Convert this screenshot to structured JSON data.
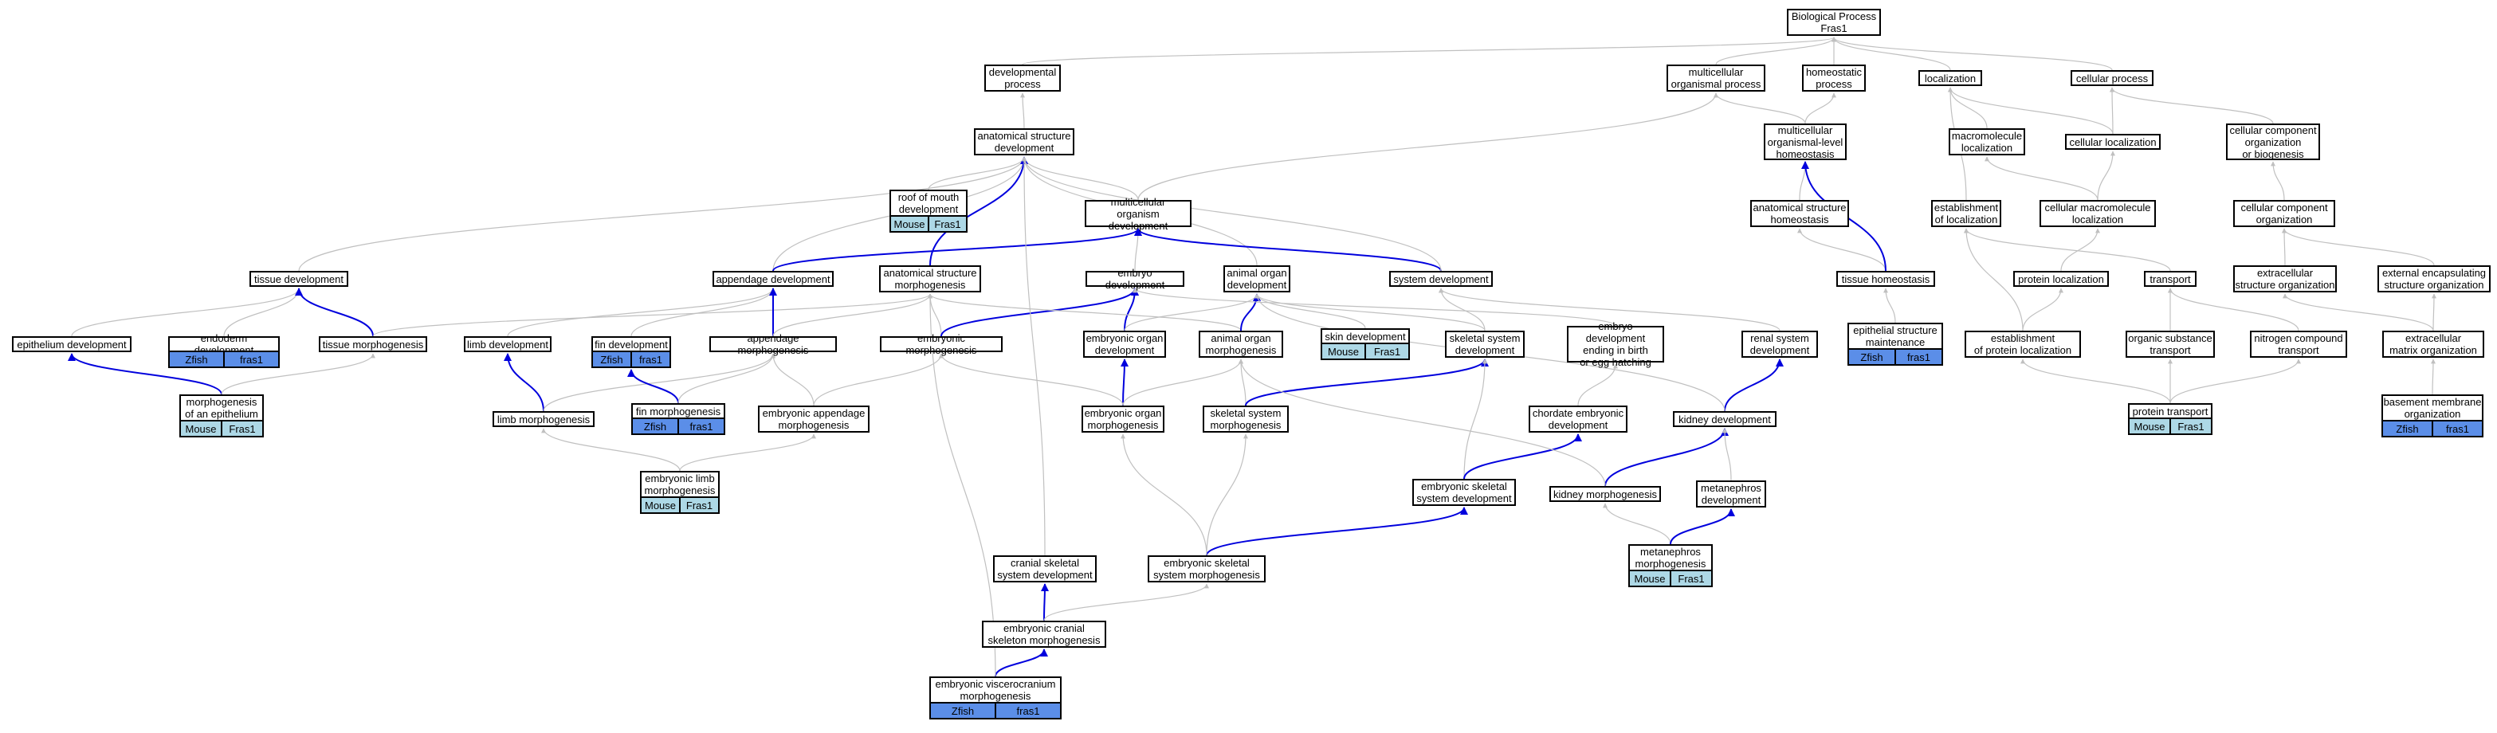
{
  "colors": {
    "edge_gray": "#c0c0c0",
    "edge_blue": "#0000dd",
    "zfish": "#5b8ee8",
    "mouse": "#add8e6",
    "frame": "#000000"
  },
  "nodes": [
    {
      "id": "bp",
      "label": "Biological Process\nFras1"
    },
    {
      "id": "dev_proc",
      "label": "developmental\nprocess"
    },
    {
      "id": "multi_org_proc",
      "label": "multicellular\norganismal process"
    },
    {
      "id": "homeo_proc",
      "label": "homeostatic\nprocess"
    },
    {
      "id": "localization",
      "label": "localization"
    },
    {
      "id": "cell_proc",
      "label": "cellular process"
    },
    {
      "id": "anat_dev",
      "label": "anatomical structure\ndevelopment"
    },
    {
      "id": "multi_homeo",
      "label": "multicellular\norganismal-level\nhomeostasis"
    },
    {
      "id": "macro_loc",
      "label": "macromolecule\nlocalization"
    },
    {
      "id": "cell_loc",
      "label": "cellular localization"
    },
    {
      "id": "ccob",
      "label": "cellular component\norganization\nor biogenesis"
    },
    {
      "id": "roof_mouth",
      "label": "roof of mouth\ndevelopment"
    },
    {
      "id": "multi_org_dev",
      "label": "multicellular\norganism development"
    },
    {
      "id": "anat_homeo",
      "label": "anatomical structure\nhomeostasis"
    },
    {
      "id": "estab_loc",
      "label": "establishment\nof localization"
    },
    {
      "id": "cell_macro_loc",
      "label": "cellular macromolecule\nlocalization"
    },
    {
      "id": "cc_org",
      "label": "cellular component\norganization"
    },
    {
      "id": "tissue_dev",
      "label": "tissue development"
    },
    {
      "id": "append_dev",
      "label": "appendage development"
    },
    {
      "id": "anat_morph",
      "label": "anatomical structure\nmorphogenesis"
    },
    {
      "id": "embryo_dev",
      "label": "embryo development"
    },
    {
      "id": "animal_organ_dev",
      "label": "animal organ\ndevelopment"
    },
    {
      "id": "system_dev",
      "label": "system development"
    },
    {
      "id": "tissue_homeo",
      "label": "tissue homeostasis"
    },
    {
      "id": "protein_loc",
      "label": "protein localization"
    },
    {
      "id": "transport",
      "label": "transport"
    },
    {
      "id": "ec_struct_org",
      "label": "extracellular\nstructure organization"
    },
    {
      "id": "ext_encap",
      "label": "external encapsulating\nstructure organization"
    },
    {
      "id": "epith_dev",
      "label": "epithelium development"
    },
    {
      "id": "endoderm_dev",
      "label": "endoderm development"
    },
    {
      "id": "tissue_morph",
      "label": "tissue morphogenesis"
    },
    {
      "id": "limb_dev",
      "label": "limb development"
    },
    {
      "id": "fin_dev",
      "label": "fin development"
    },
    {
      "id": "append_morph",
      "label": "appendage morphogenesis"
    },
    {
      "id": "emb_morph",
      "label": "embryonic morphogenesis"
    },
    {
      "id": "emb_organ_dev",
      "label": "embryonic organ\ndevelopment"
    },
    {
      "id": "animal_organ_morph",
      "label": "animal organ\nmorphogenesis"
    },
    {
      "id": "skin_dev",
      "label": "skin development"
    },
    {
      "id": "skeletal_dev",
      "label": "skeletal system\ndevelopment"
    },
    {
      "id": "embryo_birth",
      "label": "embryo development\nending in birth\nor egg hatching"
    },
    {
      "id": "renal_dev",
      "label": "renal system\ndevelopment"
    },
    {
      "id": "epith_maint",
      "label": "epithelial structure\nmaintenance"
    },
    {
      "id": "estab_prot_loc",
      "label": "establishment\nof protein localization"
    },
    {
      "id": "org_sub_transport",
      "label": "organic substance\ntransport"
    },
    {
      "id": "nitrogen_transport",
      "label": "nitrogen compound\ntransport"
    },
    {
      "id": "ecm_org",
      "label": "extracellular\nmatrix organization"
    },
    {
      "id": "morph_epith",
      "label": "morphogenesis\nof an epithelium"
    },
    {
      "id": "limb_morph",
      "label": "limb morphogenesis"
    },
    {
      "id": "fin_morph",
      "label": "fin morphogenesis"
    },
    {
      "id": "emb_append_morph",
      "label": "embryonic appendage\nmorphogenesis"
    },
    {
      "id": "emb_organ_morph",
      "label": "embryonic organ\nmorphogenesis"
    },
    {
      "id": "skeletal_morph",
      "label": "skeletal system\nmorphogenesis"
    },
    {
      "id": "chordate_emb",
      "label": "chordate embryonic\ndevelopment"
    },
    {
      "id": "kidney_dev",
      "label": "kidney development"
    },
    {
      "id": "protein_transport",
      "label": "protein transport"
    },
    {
      "id": "basement_mem",
      "label": "basement membrane\norganization"
    },
    {
      "id": "emb_limb_morph",
      "label": "embryonic limb\nmorphogenesis"
    },
    {
      "id": "emb_skel_dev",
      "label": "embryonic skeletal\nsystem development"
    },
    {
      "id": "kidney_morph",
      "label": "kidney morphogenesis"
    },
    {
      "id": "metaneph_dev",
      "label": "metanephros\ndevelopment"
    },
    {
      "id": "cranial_skel_dev",
      "label": "cranial skeletal\nsystem development"
    },
    {
      "id": "emb_skel_morph",
      "label": "embryonic skeletal\nsystem morphogenesis"
    },
    {
      "id": "metaneph_morph",
      "label": "metanephros\nmorphogenesis"
    },
    {
      "id": "emb_cranial_morph",
      "label": "embryonic cranial\nskeleton morphogenesis"
    },
    {
      "id": "emb_viscero_morph",
      "label": "embryonic viscerocranium\nmorphogenesis"
    }
  ],
  "annotations": [
    {
      "node": "roof_mouth",
      "cells": [
        {
          "text": "Mouse",
          "kind": "mouse"
        },
        {
          "text": "Fras1",
          "kind": "mouse"
        }
      ]
    },
    {
      "node": "endoderm_dev",
      "cells": [
        {
          "text": "Zfish",
          "kind": "zfish"
        },
        {
          "text": "fras1",
          "kind": "zfish"
        }
      ]
    },
    {
      "node": "fin_dev",
      "cells": [
        {
          "text": "Zfish",
          "kind": "zfish"
        },
        {
          "text": "fras1",
          "kind": "zfish"
        }
      ]
    },
    {
      "node": "skin_dev",
      "cells": [
        {
          "text": "Mouse",
          "kind": "mouse"
        },
        {
          "text": "Fras1",
          "kind": "mouse"
        }
      ]
    },
    {
      "node": "epith_maint",
      "cells": [
        {
          "text": "Zfish",
          "kind": "zfish"
        },
        {
          "text": "fras1",
          "kind": "zfish"
        }
      ]
    },
    {
      "node": "morph_epith",
      "cells": [
        {
          "text": "Mouse",
          "kind": "mouse"
        },
        {
          "text": "Fras1",
          "kind": "mouse"
        }
      ]
    },
    {
      "node": "fin_morph",
      "cells": [
        {
          "text": "Zfish",
          "kind": "zfish"
        },
        {
          "text": "fras1",
          "kind": "zfish"
        }
      ]
    },
    {
      "node": "protein_transport",
      "cells": [
        {
          "text": "Mouse",
          "kind": "mouse"
        },
        {
          "text": "Fras1",
          "kind": "mouse"
        }
      ]
    },
    {
      "node": "basement_mem",
      "cells": [
        {
          "text": "Zfish",
          "kind": "zfish"
        },
        {
          "text": "fras1",
          "kind": "zfish"
        }
      ]
    },
    {
      "node": "emb_limb_morph",
      "cells": [
        {
          "text": "Mouse",
          "kind": "mouse"
        },
        {
          "text": "Fras1",
          "kind": "mouse"
        }
      ]
    },
    {
      "node": "metaneph_morph",
      "cells": [
        {
          "text": "Mouse",
          "kind": "mouse"
        },
        {
          "text": "Fras1",
          "kind": "mouse"
        }
      ]
    },
    {
      "node": "emb_viscero_morph",
      "cells": [
        {
          "text": "Zfish",
          "kind": "zfish"
        },
        {
          "text": "fras1",
          "kind": "zfish"
        }
      ]
    }
  ],
  "edges": [
    {
      "from": "dev_proc",
      "to": "bp",
      "kind": "gray"
    },
    {
      "from": "multi_org_proc",
      "to": "bp",
      "kind": "gray"
    },
    {
      "from": "homeo_proc",
      "to": "bp",
      "kind": "gray"
    },
    {
      "from": "localization",
      "to": "bp",
      "kind": "gray"
    },
    {
      "from": "cell_proc",
      "to": "bp",
      "kind": "gray"
    },
    {
      "from": "anat_dev",
      "to": "dev_proc",
      "kind": "gray"
    },
    {
      "from": "multi_homeo",
      "to": "multi_org_proc",
      "kind": "gray"
    },
    {
      "from": "multi_homeo",
      "to": "homeo_proc",
      "kind": "gray"
    },
    {
      "from": "macro_loc",
      "to": "localization",
      "kind": "gray"
    },
    {
      "from": "cell_loc",
      "to": "localization",
      "kind": "gray"
    },
    {
      "from": "cell_loc",
      "to": "cell_proc",
      "kind": "gray"
    },
    {
      "from": "ccob",
      "to": "cell_proc",
      "kind": "gray"
    },
    {
      "from": "roof_mouth",
      "to": "anat_dev",
      "kind": "gray"
    },
    {
      "from": "multi_org_dev",
      "to": "multi_org_proc",
      "kind": "gray"
    },
    {
      "from": "multi_org_dev",
      "to": "anat_dev",
      "kind": "gray"
    },
    {
      "from": "anat_homeo",
      "to": "multi_homeo",
      "kind": "gray"
    },
    {
      "from": "estab_loc",
      "to": "localization",
      "kind": "gray"
    },
    {
      "from": "cell_macro_loc",
      "to": "macro_loc",
      "kind": "gray"
    },
    {
      "from": "cell_macro_loc",
      "to": "cell_loc",
      "kind": "gray"
    },
    {
      "from": "cc_org",
      "to": "ccob",
      "kind": "gray"
    },
    {
      "from": "tissue_dev",
      "to": "anat_dev",
      "kind": "gray"
    },
    {
      "from": "append_dev",
      "to": "anat_dev",
      "kind": "gray"
    },
    {
      "from": "append_dev",
      "to": "multi_org_dev",
      "kind": "blue"
    },
    {
      "from": "anat_morph",
      "to": "anat_dev",
      "kind": "blue"
    },
    {
      "from": "embryo_dev",
      "to": "multi_org_dev",
      "kind": "gray"
    },
    {
      "from": "animal_organ_dev",
      "to": "anat_dev",
      "kind": "gray"
    },
    {
      "from": "system_dev",
      "to": "multi_org_dev",
      "kind": "blue"
    },
    {
      "from": "system_dev",
      "to": "anat_dev",
      "kind": "gray"
    },
    {
      "from": "tissue_homeo",
      "to": "anat_homeo",
      "kind": "gray"
    },
    {
      "from": "tissue_homeo",
      "to": "multi_homeo",
      "kind": "blue"
    },
    {
      "from": "protein_loc",
      "to": "cell_macro_loc",
      "kind": "gray"
    },
    {
      "from": "transport",
      "to": "estab_loc",
      "kind": "gray"
    },
    {
      "from": "ec_struct_org",
      "to": "cc_org",
      "kind": "gray"
    },
    {
      "from": "ext_encap",
      "to": "cc_org",
      "kind": "gray"
    },
    {
      "from": "epith_dev",
      "to": "tissue_dev",
      "kind": "gray"
    },
    {
      "from": "endoderm_dev",
      "to": "tissue_dev",
      "kind": "gray"
    },
    {
      "from": "tissue_morph",
      "to": "tissue_dev",
      "kind": "blue"
    },
    {
      "from": "tissue_morph",
      "to": "anat_morph",
      "kind": "gray"
    },
    {
      "from": "limb_dev",
      "to": "append_dev",
      "kind": "gray"
    },
    {
      "from": "fin_dev",
      "to": "append_dev",
      "kind": "gray"
    },
    {
      "from": "append_morph",
      "to": "append_dev",
      "kind": "blue"
    },
    {
      "from": "append_morph",
      "to": "anat_morph",
      "kind": "gray"
    },
    {
      "from": "emb_morph",
      "to": "anat_morph",
      "kind": "gray"
    },
    {
      "from": "emb_morph",
      "to": "embryo_dev",
      "kind": "blue"
    },
    {
      "from": "emb_organ_dev",
      "to": "embryo_dev",
      "kind": "blue"
    },
    {
      "from": "emb_organ_dev",
      "to": "animal_organ_dev",
      "kind": "gray"
    },
    {
      "from": "animal_organ_morph",
      "to": "anat_morph",
      "kind": "gray"
    },
    {
      "from": "animal_organ_morph",
      "to": "animal_organ_dev",
      "kind": "blue"
    },
    {
      "from": "skin_dev",
      "to": "animal_organ_dev",
      "kind": "gray"
    },
    {
      "from": "skeletal_dev",
      "to": "animal_organ_dev",
      "kind": "gray"
    },
    {
      "from": "skeletal_dev",
      "to": "system_dev",
      "kind": "gray"
    },
    {
      "from": "embryo_birth",
      "to": "embryo_dev",
      "kind": "gray"
    },
    {
      "from": "renal_dev",
      "to": "system_dev",
      "kind": "gray"
    },
    {
      "from": "epith_maint",
      "to": "tissue_homeo",
      "kind": "gray"
    },
    {
      "from": "estab_prot_loc",
      "to": "protein_loc",
      "kind": "gray"
    },
    {
      "from": "estab_prot_loc",
      "to": "estab_loc",
      "kind": "gray"
    },
    {
      "from": "org_sub_transport",
      "to": "transport",
      "kind": "gray"
    },
    {
      "from": "nitrogen_transport",
      "to": "transport",
      "kind": "gray"
    },
    {
      "from": "ecm_org",
      "to": "ec_struct_org",
      "kind": "gray"
    },
    {
      "from": "ecm_org",
      "to": "ext_encap",
      "kind": "gray"
    },
    {
      "from": "morph_epith",
      "to": "epith_dev",
      "kind": "blue"
    },
    {
      "from": "morph_epith",
      "to": "tissue_morph",
      "kind": "gray"
    },
    {
      "from": "limb_morph",
      "to": "limb_dev",
      "kind": "blue"
    },
    {
      "from": "limb_morph",
      "to": "append_morph",
      "kind": "gray"
    },
    {
      "from": "fin_morph",
      "to": "fin_dev",
      "kind": "blue"
    },
    {
      "from": "fin_morph",
      "to": "append_morph",
      "kind": "gray"
    },
    {
      "from": "emb_append_morph",
      "to": "append_morph",
      "kind": "gray"
    },
    {
      "from": "emb_append_morph",
      "to": "emb_morph",
      "kind": "gray"
    },
    {
      "from": "emb_organ_morph",
      "to": "emb_organ_dev",
      "kind": "blue"
    },
    {
      "from": "emb_organ_morph",
      "to": "animal_organ_morph",
      "kind": "gray"
    },
    {
      "from": "emb_organ_morph",
      "to": "emb_morph",
      "kind": "gray"
    },
    {
      "from": "skeletal_morph",
      "to": "animal_organ_morph",
      "kind": "gray"
    },
    {
      "from": "skeletal_morph",
      "to": "skeletal_dev",
      "kind": "blue"
    },
    {
      "from": "chordate_emb",
      "to": "embryo_birth",
      "kind": "gray"
    },
    {
      "from": "kidney_dev",
      "to": "renal_dev",
      "kind": "blue"
    },
    {
      "from": "kidney_dev",
      "to": "animal_organ_dev",
      "kind": "gray"
    },
    {
      "from": "protein_transport",
      "to": "estab_prot_loc",
      "kind": "gray"
    },
    {
      "from": "protein_transport",
      "to": "org_sub_transport",
      "kind": "gray"
    },
    {
      "from": "protein_transport",
      "to": "nitrogen_transport",
      "kind": "gray"
    },
    {
      "from": "basement_mem",
      "to": "ecm_org",
      "kind": "gray"
    },
    {
      "from": "emb_limb_morph",
      "to": "limb_morph",
      "kind": "gray"
    },
    {
      "from": "emb_limb_morph",
      "to": "emb_append_morph",
      "kind": "gray"
    },
    {
      "from": "emb_skel_dev",
      "to": "skeletal_dev",
      "kind": "gray"
    },
    {
      "from": "emb_skel_dev",
      "to": "chordate_emb",
      "kind": "blue"
    },
    {
      "from": "kidney_morph",
      "to": "kidney_dev",
      "kind": "blue"
    },
    {
      "from": "kidney_morph",
      "to": "animal_organ_morph",
      "kind": "gray"
    },
    {
      "from": "metaneph_dev",
      "to": "kidney_dev",
      "kind": "gray"
    },
    {
      "from": "cranial_skel_dev",
      "to": "anat_dev",
      "kind": "gray"
    },
    {
      "from": "emb_skel_morph",
      "to": "skeletal_morph",
      "kind": "gray"
    },
    {
      "from": "emb_skel_morph",
      "to": "emb_skel_dev",
      "kind": "blue"
    },
    {
      "from": "emb_skel_morph",
      "to": "emb_organ_morph",
      "kind": "gray"
    },
    {
      "from": "metaneph_morph",
      "to": "kidney_morph",
      "kind": "gray"
    },
    {
      "from": "metaneph_morph",
      "to": "metaneph_dev",
      "kind": "blue"
    },
    {
      "from": "emb_cranial_morph",
      "to": "cranial_skel_dev",
      "kind": "blue"
    },
    {
      "from": "emb_cranial_morph",
      "to": "emb_skel_morph",
      "kind": "gray"
    },
    {
      "from": "emb_viscero_morph",
      "to": "emb_cranial_morph",
      "kind": "blue"
    },
    {
      "from": "emb_viscero_morph",
      "to": "anat_morph",
      "kind": "gray"
    }
  ]
}
